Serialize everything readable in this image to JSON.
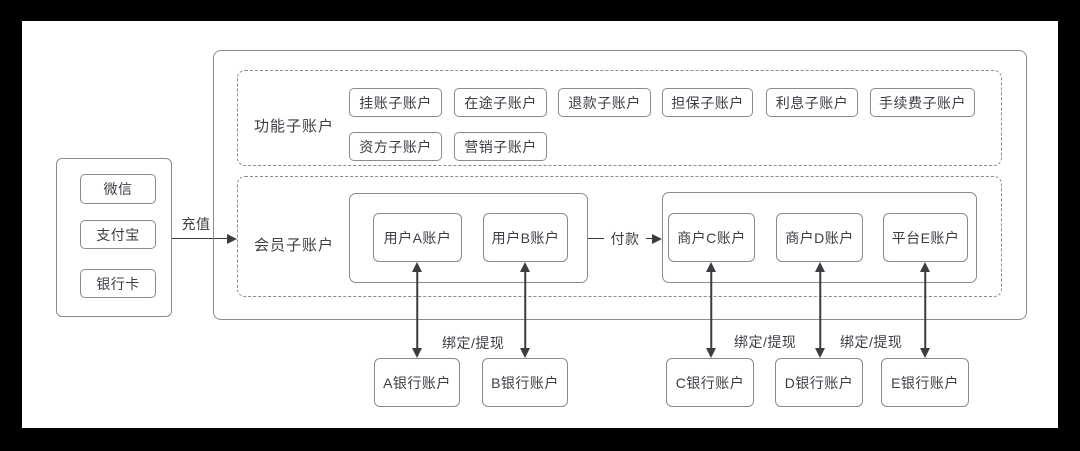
{
  "channels": {
    "items": [
      "微信",
      "支付宝",
      "银行卡"
    ]
  },
  "function_group": {
    "label": "功能子账户",
    "row1": [
      "挂账子账户",
      "在途子账户",
      "退款子账户",
      "担保子账户",
      "利息子账户",
      "手续费子账户"
    ],
    "row2": [
      "资方子账户",
      "营销子账户"
    ]
  },
  "member_group": {
    "label": "会员子账户",
    "user_accounts": [
      "用户A账户",
      "用户B账户"
    ],
    "merchant_accounts": [
      "商户C账户",
      "商户D账户",
      "平台E账户"
    ]
  },
  "bank_accounts": [
    "A银行账户",
    "B银行账户",
    "C银行账户",
    "D银行账户",
    "E银行账户"
  ],
  "edges": {
    "recharge": "充值",
    "pay": "付款",
    "bind1": "绑定/提现",
    "bind2": "绑定/提现",
    "bind3": "绑定/提现"
  },
  "colors": {
    "border": "#888c91",
    "text": "#3b3f44",
    "arrow": "#3a3d41",
    "background": "#ffffff",
    "frame": "#000000"
  }
}
